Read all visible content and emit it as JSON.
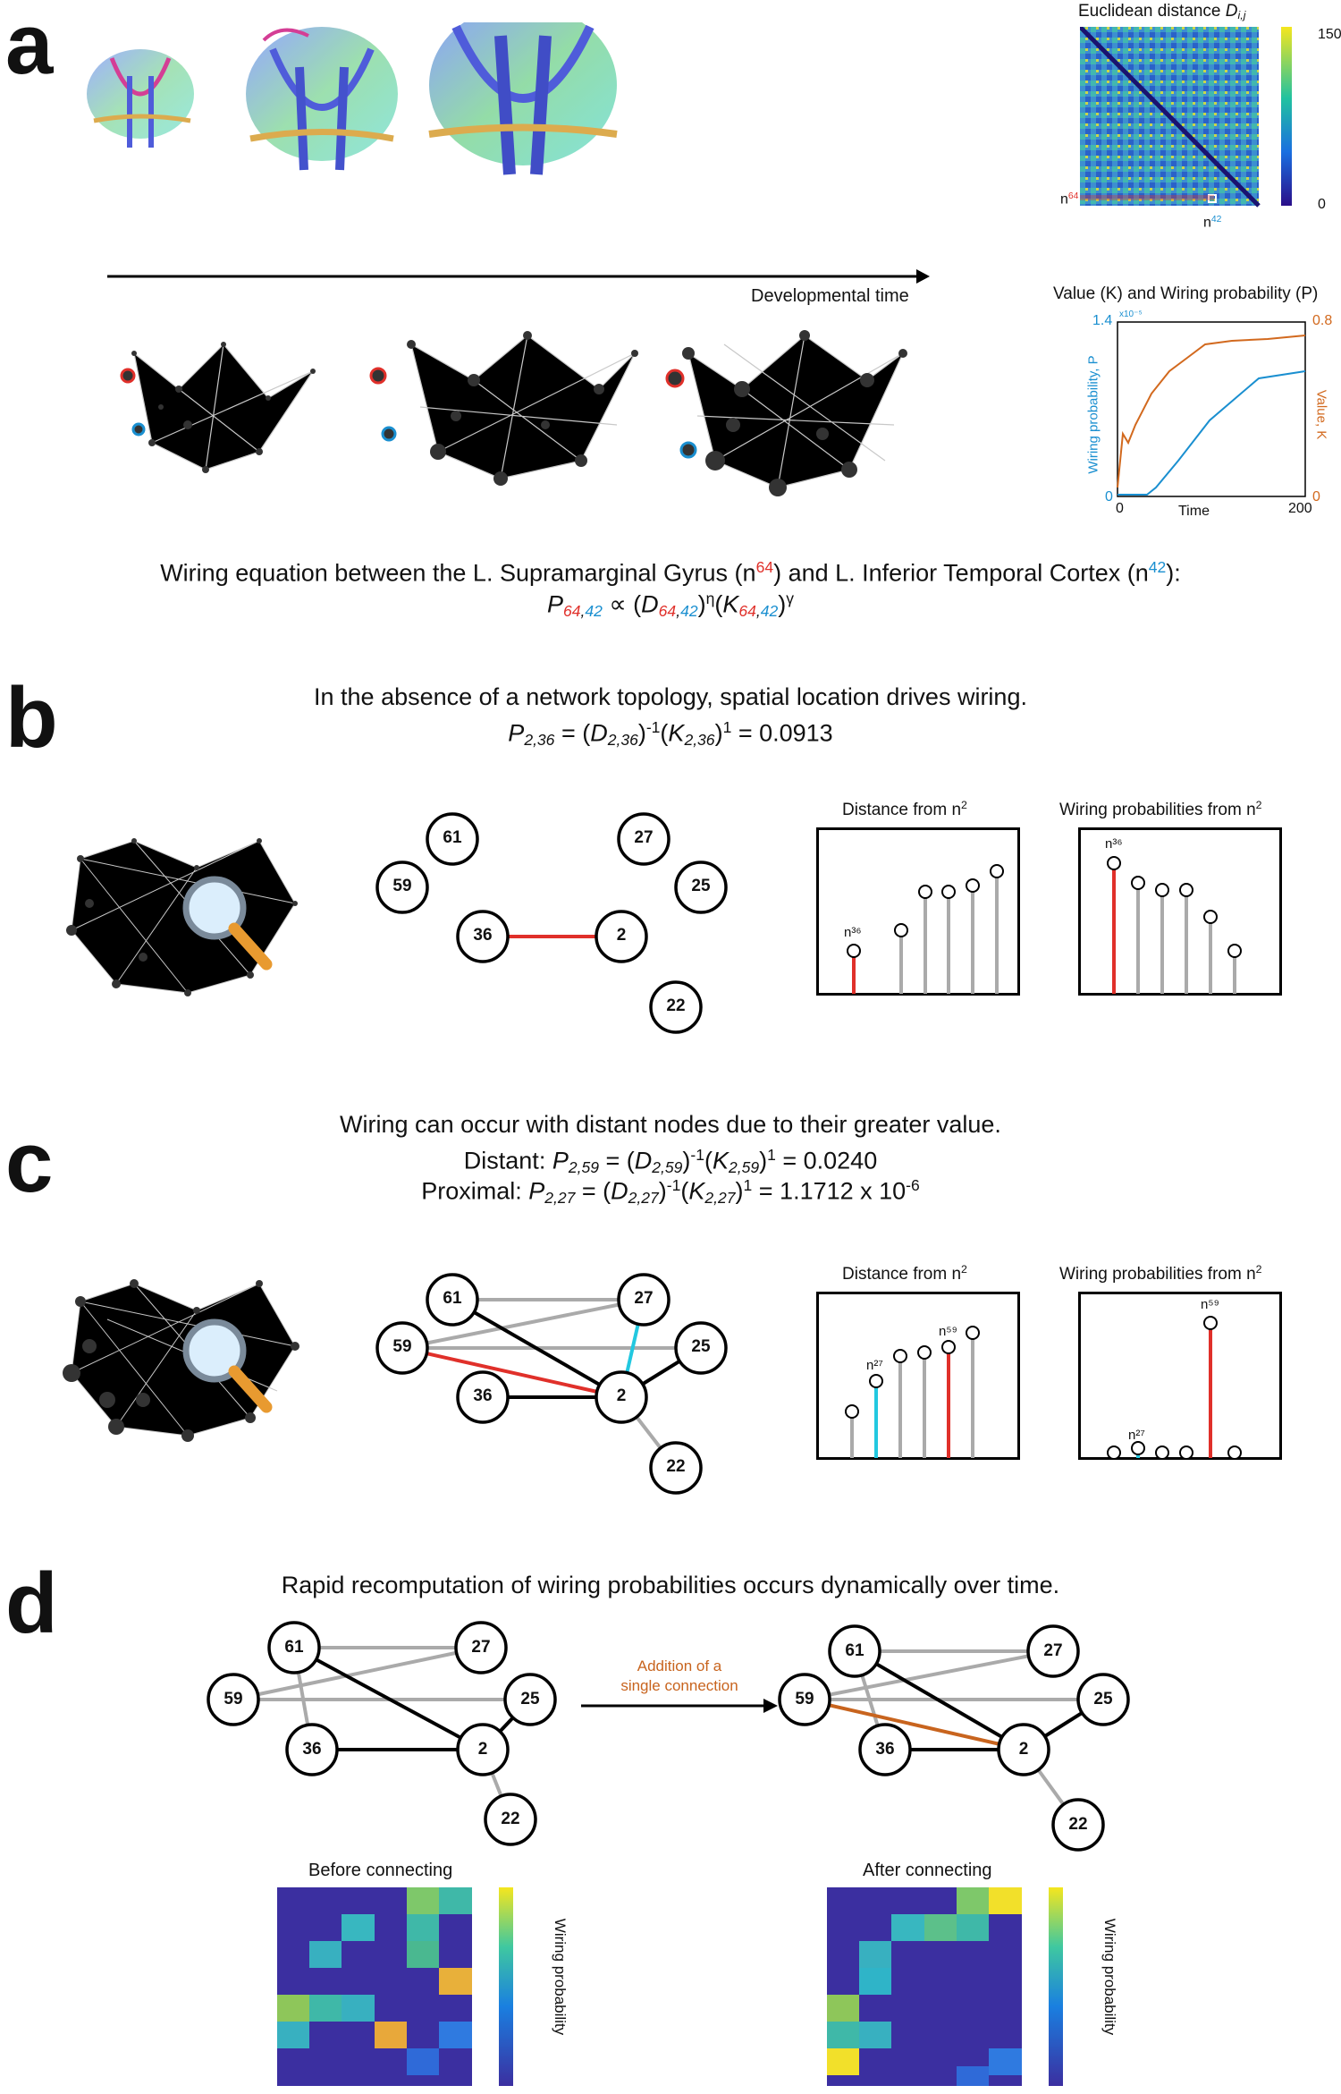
{
  "panels": {
    "a": {
      "letter": "a",
      "time_label": "Developmental time",
      "matrix_title_prefix": "Euclidean distance ",
      "matrix_title_var": "D",
      "matrix_title_sub": "i,j",
      "colorbar_max": "150",
      "colorbar_min": "0",
      "node_row_label": "n",
      "node_row_sup": "64",
      "node_col_label": "n",
      "node_col_sup": "42",
      "line_title": "Value (K) and Wiring probability (P)",
      "left_axis_label": "Wiring probability, P",
      "left_axis_top": "1.4",
      "left_axis_scale": "x10⁻⁵",
      "left_axis_bottom": "0",
      "right_axis_label": "Value, K",
      "right_axis_top": "0.8",
      "right_axis_bottom": "0",
      "x_axis_label": "Time",
      "x_min": "0",
      "x_max": "200",
      "equation_line1_prefix": "Wiring equation between the L. Supramarginal Gyrus (n",
      "equation_sup1": "64",
      "equation_line1_mid": ") and L. Inferior Temporal Cortex (n",
      "equation_sup2": "42",
      "equation_line1_suffix": "):"
    },
    "b": {
      "letter": "b",
      "headline": "In the absence of a network topology, spatial location drives wiring.",
      "equation_value": " = 0.0913",
      "nodes": [
        "61",
        "27",
        "59",
        "25",
        "36",
        "2",
        "22"
      ],
      "dist_title_prefix": "Distance from n",
      "dist_title_sup": "2",
      "prob_title_prefix": "Wiring probabilities from n",
      "prob_title_sup": "2",
      "dist_marker": "n³⁶",
      "prob_marker": "n³⁶"
    },
    "c": {
      "letter": "c",
      "headline": "Wiring can occur with distant nodes due to their greater value.",
      "distant_label": "Distant: ",
      "distant_value": " = 0.0240",
      "proximal_label": "Proximal: ",
      "proximal_value": " = 1.1712 x 10",
      "proximal_exp": "-6",
      "nodes": [
        "61",
        "27",
        "59",
        "25",
        "36",
        "2",
        "22"
      ],
      "dist_title_prefix": "Distance from n",
      "dist_title_sup": "2",
      "prob_title_prefix": "Wiring probabilities from n",
      "prob_title_sup": "2",
      "dist_marker_a": "n²⁷",
      "dist_marker_b": "n⁵⁹",
      "prob_marker_a": "n²⁷",
      "prob_marker_b": "n⁵⁹"
    },
    "d": {
      "letter": "d",
      "headline": "Rapid recomputation of wiring probabilities occurs dynamically over time.",
      "arrow_label_line1": "Addition of a",
      "arrow_label_line2": "single connection",
      "before_label": "Before connecting",
      "after_label": "After connecting",
      "colorbar_label": "Wiring probability",
      "nodes": [
        "61",
        "27",
        "59",
        "25",
        "36",
        "2",
        "22"
      ]
    }
  },
  "colors": {
    "red": "#e0302a",
    "blue": "#1a8fd0",
    "cyan": "#22c8e0",
    "orange": "#c8641e",
    "gray_edge": "#aaaaaa",
    "heat_low": "#3b2fa0",
    "heat_high": "#f5e61e"
  }
}
